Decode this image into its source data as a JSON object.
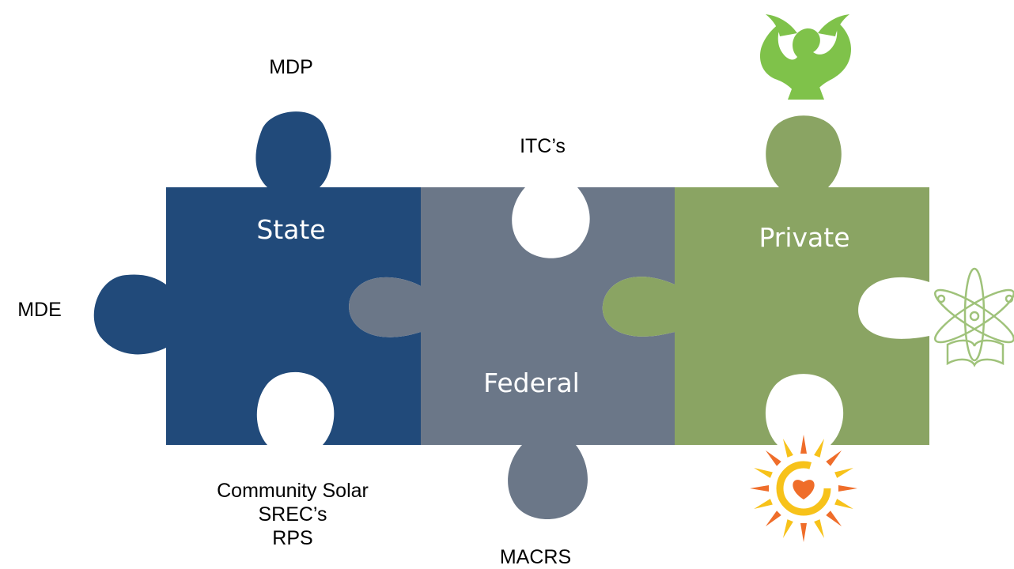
{
  "pieces": {
    "state": {
      "label": "State",
      "color": "#214a7a"
    },
    "federal": {
      "label": "Federal",
      "color": "#6b7788"
    },
    "private": {
      "label": "Private",
      "color": "#8aa463"
    }
  },
  "labels": {
    "mdp": "MDP",
    "mde": "MDE",
    "state_programs": [
      "Community Solar",
      "SREC’s",
      "RPS"
    ],
    "itcs": "ITC’s",
    "macrs": "MACRS"
  },
  "icons": {
    "phoenix": "phoenix-logo-icon",
    "atom_book": "atom-book-logo-icon",
    "sun_heart": "sun-heart-logo-icon"
  },
  "colors": {
    "phoenix": "#7fc24a",
    "atom_book": "#9fc27a",
    "sun_outer": "#f7c21a",
    "sun_inner": "#ef6d2a"
  }
}
